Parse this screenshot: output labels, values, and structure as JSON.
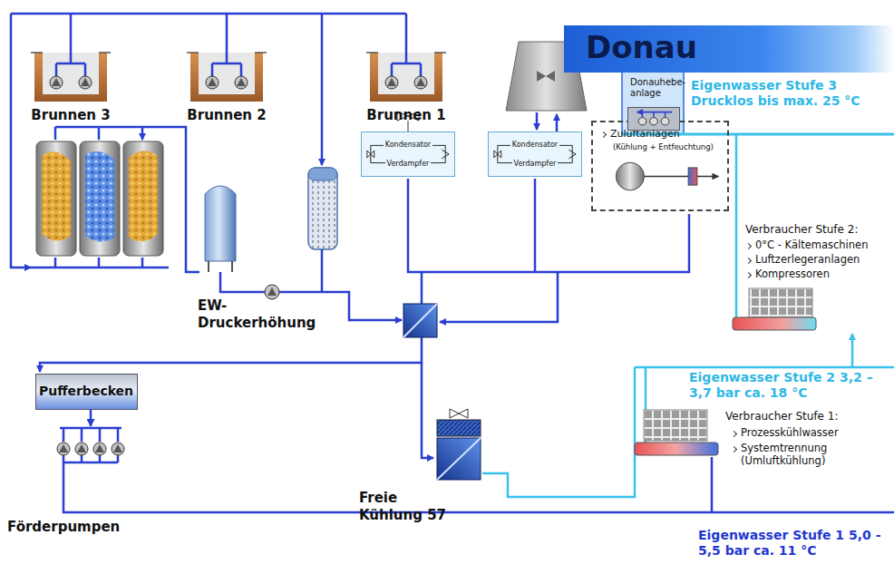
{
  "diagram": {
    "nodes": [
      {
        "text": [
          "Brunnen 3"
        ]
      },
      {
        "text": [
          "Brunnen 2"
        ]
      },
      {
        "text": [
          "Brunnen 1"
        ]
      },
      {
        "text": [
          "EW-Druckerhöhung"
        ]
      },
      {
        "text": [
          "Kondensator",
          "Verdampfer"
        ]
      },
      {
        "text": [
          "Kondensator",
          "Verdampfer"
        ]
      },
      {
        "text": [
          "Zuluftanlagen",
          "(Kühlung + Entfeuchtung)"
        ]
      },
      {
        "text": [
          "Pufferbecken"
        ]
      },
      {
        "text": [
          "Förderpumpen"
        ]
      },
      {
        "text": [
          "Freie Kühlung 57"
        ]
      },
      {
        "text": [
          "Donau"
        ]
      },
      {
        "text": [
          "Donauhebe-anlage"
        ]
      },
      {
        "text": [
          "Verbraucher Stufe 2:",
          "0°C - Kältemaschinen",
          "Luftzerlegeranlagen",
          "Kompressoren"
        ]
      },
      {
        "text": [
          "Verbraucher Stufe 1:",
          "Prozesskühlwasser",
          "Systemtrennung (Umluftkühlung)"
        ]
      }
    ],
    "edges": [
      {
        "from": 7,
        "to": 8,
        "arrow": "to"
      }
    ],
    "labels": [
      "Eigenwasser Stufe 3 Drucklos bis max. 25 °C",
      "Eigenwasser Stufe 2 3,2 – 3,7 bar ca. 18 °C",
      "Eigenwasser Stufe 1 5,0 - 5,5 bar ca. 11 °C"
    ]
  }
}
